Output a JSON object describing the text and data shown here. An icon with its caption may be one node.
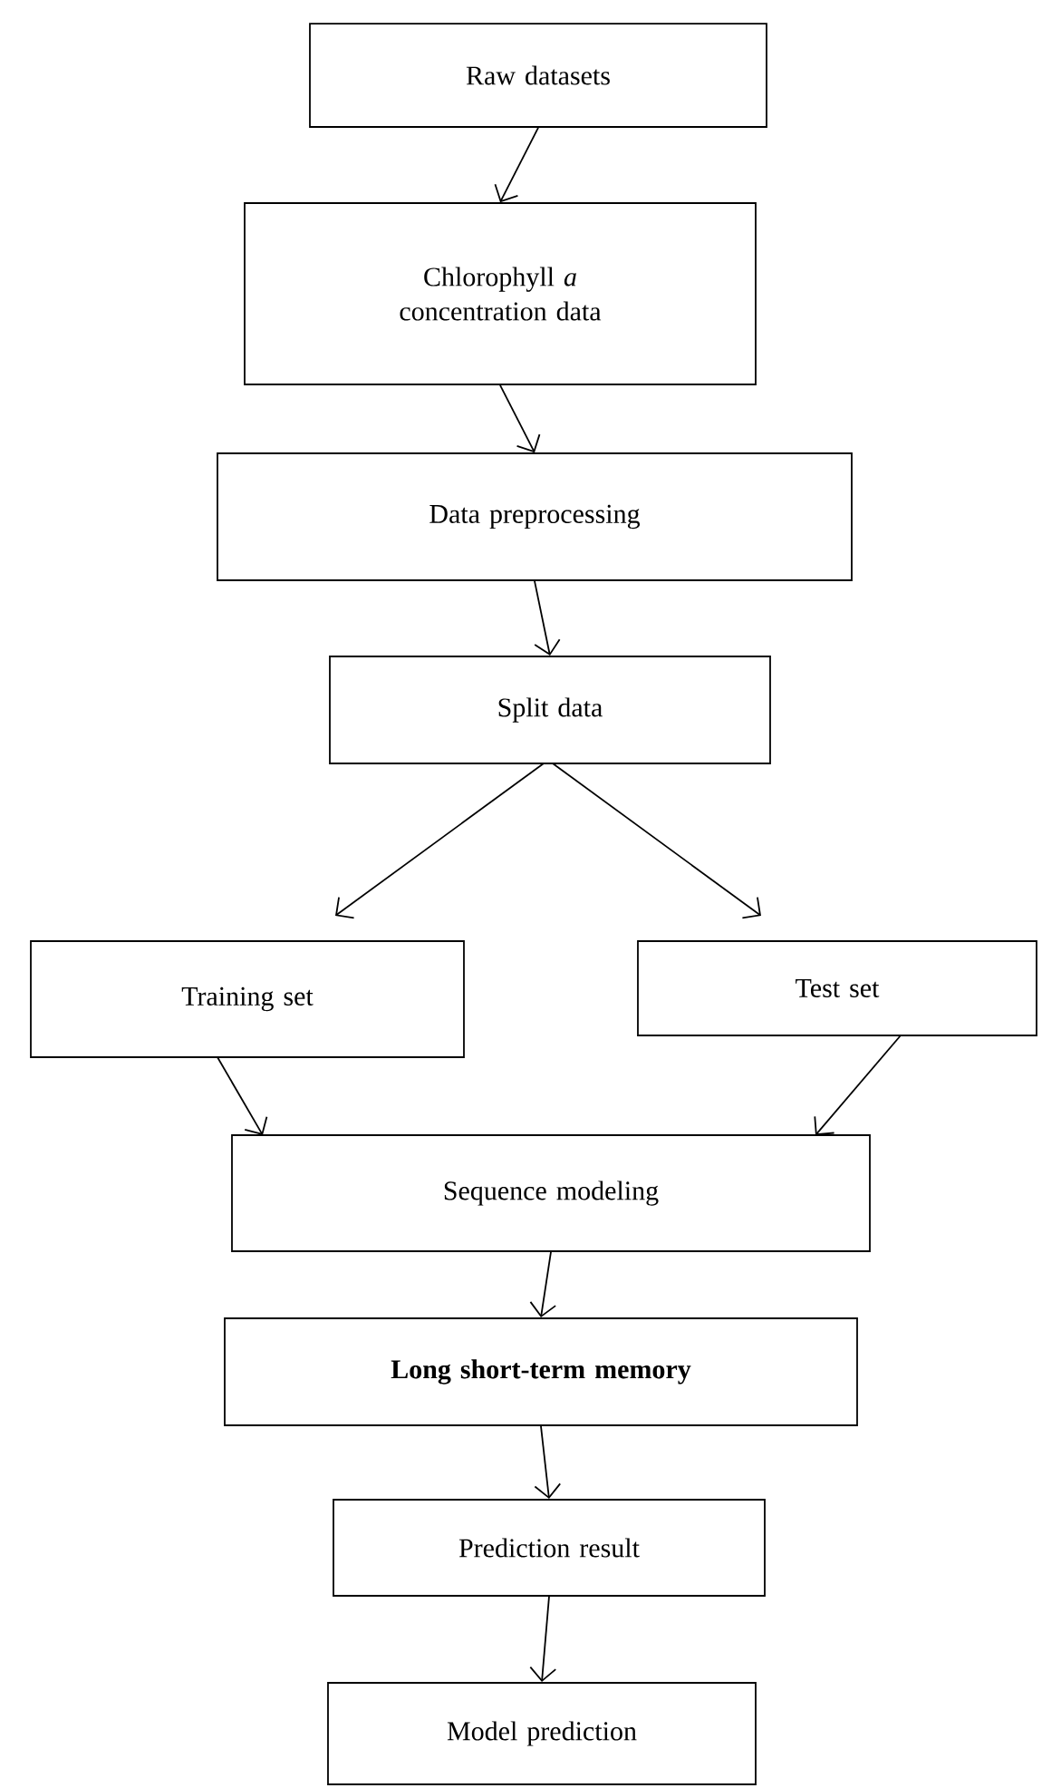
{
  "diagram": {
    "nodes": [
      {
        "text": [
          "Raw datasets"
        ]
      },
      {
        "text": [
          "Chlorophyll *a* concentration data"
        ]
      },
      {
        "text": [
          "Data preprocessing"
        ]
      },
      {
        "text": [
          "Split data"
        ]
      },
      {
        "text": [
          "Training set"
        ]
      },
      {
        "text": [
          "Test set"
        ]
      },
      {
        "text": [
          "Sequence modeling"
        ]
      },
      {
        "text": [
          "Long short-term memory"
        ]
      },
      {
        "text": [
          "Prediction result"
        ]
      },
      {
        "text": [
          "Model prediction"
        ]
      }
    ],
    "edges": [
      {
        "from": 0,
        "to": 1,
        "arrow": "to"
      },
      {
        "from": 1,
        "to": 2,
        "arrow": "to"
      },
      {
        "from": 2,
        "to": 3,
        "arrow": "to"
      },
      {
        "from": 3,
        "to": 4,
        "arrow": "to"
      },
      {
        "from": 3,
        "to": 5,
        "arrow": "to"
      },
      {
        "from": 4,
        "to": 6,
        "arrow": "to"
      },
      {
        "from": 5,
        "to": 6,
        "arrow": "to"
      },
      {
        "from": 6,
        "to": 7,
        "arrow": "to"
      },
      {
        "from": 7,
        "to": 8,
        "arrow": "to"
      },
      {
        "from": 8,
        "to": 9,
        "arrow": "to"
      }
    ]
  }
}
